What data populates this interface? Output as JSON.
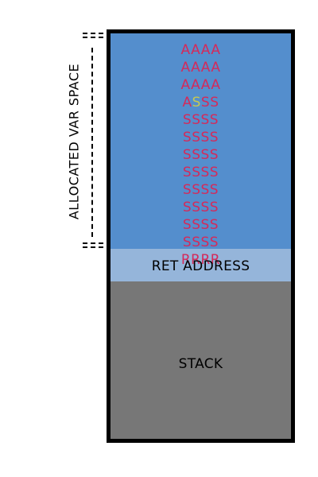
{
  "buffer": {
    "rows": [
      [
        {
          "text": "AAAA"
        }
      ],
      [
        {
          "text": "AAAA"
        }
      ],
      [
        {
          "text": "AAAA"
        }
      ],
      [
        {
          "text": "A"
        },
        {
          "text": "S",
          "highlight": true
        },
        {
          "text": "SS"
        }
      ],
      [
        {
          "text": "SSSS"
        }
      ],
      [
        {
          "text": "SSSS"
        }
      ],
      [
        {
          "text": "SSSS"
        }
      ],
      [
        {
          "text": "SSSS"
        }
      ],
      [
        {
          "text": "SSSS"
        }
      ],
      [
        {
          "text": "SSSS"
        }
      ],
      [
        {
          "text": "SSSS"
        }
      ],
      [
        {
          "text": "SSSS"
        }
      ],
      [
        {
          "text": "RRRR"
        }
      ]
    ]
  },
  "regions": {
    "ret_label": "RET ADDRESS",
    "stack_label": "STACK"
  },
  "side_label": "ALLOCATED VAR SPACE",
  "colors": {
    "frame": "#000000",
    "allocated_fill": "#548ECD",
    "ret_fill": "#95B5DA",
    "stack_fill": "#777777",
    "buffer_text": "#D42A5A",
    "highlight_text": "#C8C850"
  }
}
